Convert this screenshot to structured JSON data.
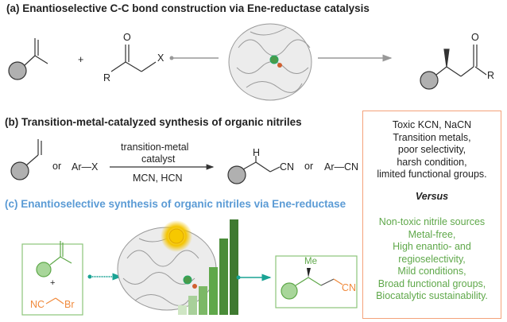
{
  "sections": {
    "a": {
      "title": "(a) Enantioselective C-C bond construction via Ene-reductase catalysis",
      "plus": "+",
      "reagent_R": "R",
      "reagent_O": "O",
      "reagent_X": "X",
      "product_O": "O",
      "product_R": "R"
    },
    "b": {
      "title": "(b) Transition-metal-catalyzed synthesis of organic nitriles",
      "or1": "or",
      "aryl_halide": "Ar—X",
      "catalyst_line1": "transition-metal",
      "catalyst_line2": "catalyst",
      "reagents": "MCN, HCN",
      "product_H": "H",
      "product_CN": "CN",
      "or2": "or",
      "aryl_nitrile": "Ar—CN"
    },
    "c": {
      "title": "(c) Enantioselective synthesis of organic nitriles via Ene-reductase",
      "plus": "+",
      "nc": "NC",
      "br": "Br",
      "me": "Me",
      "product_CN": "CN",
      "bar_levels": [
        0.1,
        0.2,
        0.3,
        0.5,
        0.8,
        1.0
      ]
    }
  },
  "comparison": {
    "drawbacks": [
      "Toxic KCN, NaCN",
      "Transition metals,",
      "poor selectivity,",
      "harsh condition,",
      "limited functional groups."
    ],
    "versus": "Versus",
    "advantages": [
      "Non-toxic nitrile sources",
      "Metal-free,",
      "High enantio- and",
      "regioselectivity,",
      "Mild conditions,",
      "Broad functional groups,",
      "Biocatalytic sustainability."
    ]
  },
  "colors": {
    "title_c": "#5b9bd5",
    "green": "#5fa84a",
    "orange": "#f08a3c",
    "teal": "#1aa394",
    "box_border": "#f4a27a"
  }
}
